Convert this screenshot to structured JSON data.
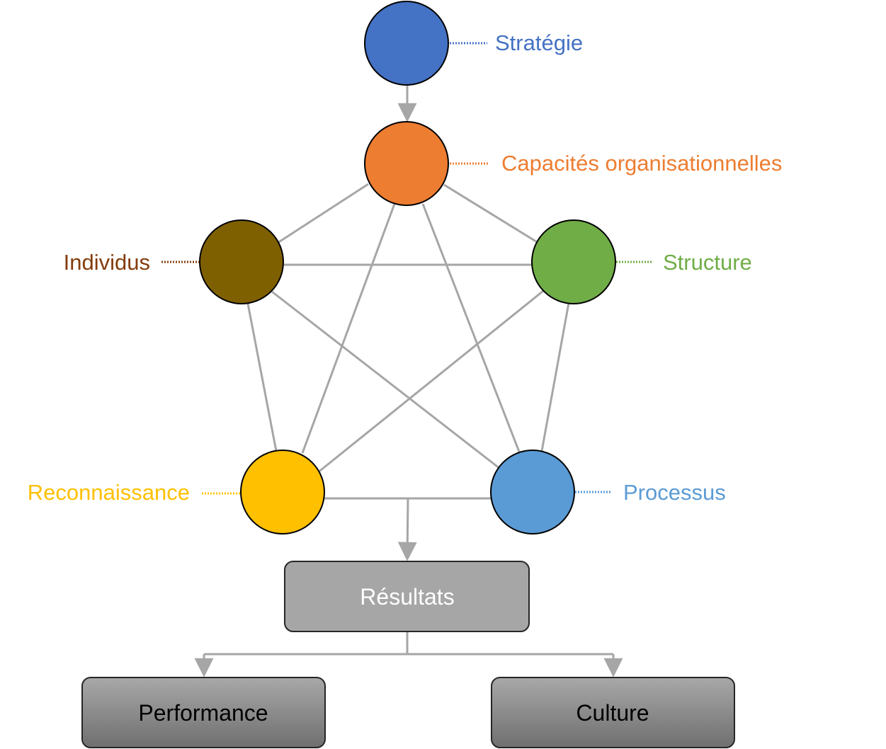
{
  "nodes": {
    "strategie": {
      "label": "Stratégie",
      "fill": "#4472C4",
      "label_color": "#4472C4"
    },
    "capacites": {
      "label": "Capacités organisationnelles",
      "fill": "#ED7D31",
      "label_color": "#ED7D31"
    },
    "individus": {
      "label": "Individus",
      "fill": "#7F6000",
      "label_color": "#843C0C"
    },
    "structure": {
      "label": "Structure",
      "fill": "#70AD47",
      "label_color": "#70AD47"
    },
    "reconnaissance": {
      "label": "Reconnaissance",
      "fill": "#FFC000",
      "label_color": "#FFC000"
    },
    "processus": {
      "label": "Processus",
      "fill": "#5B9BD5",
      "label_color": "#5B9BD5"
    }
  },
  "boxes": {
    "resultats": {
      "label": "Résultats",
      "text_color": "#FFFFFF"
    },
    "performance": {
      "label": "Performance",
      "text_color": "#000000"
    },
    "culture": {
      "label": "Culture",
      "text_color": "#000000"
    }
  },
  "colors": {
    "connector": "#A6A6A6",
    "circle_outline": "#000000"
  }
}
